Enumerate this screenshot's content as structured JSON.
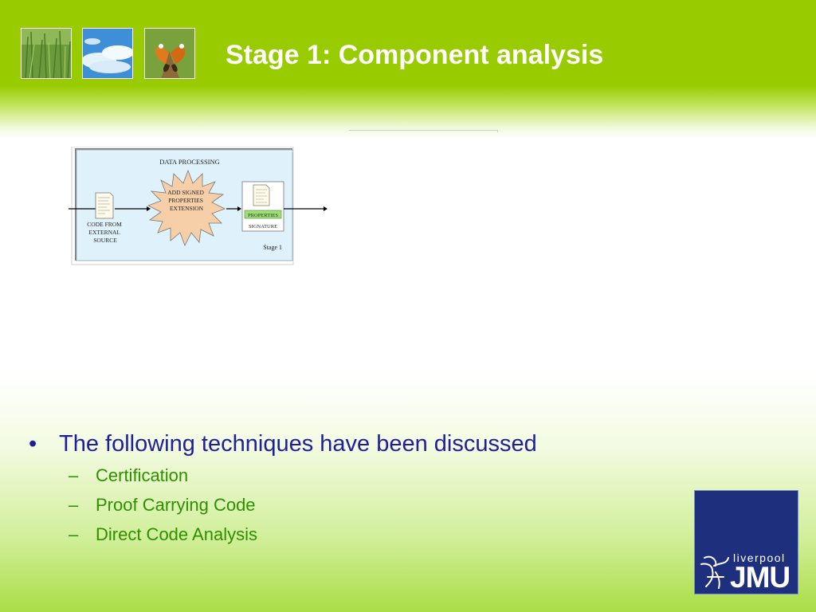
{
  "slide": {
    "title": "Stage 1: Component analysis",
    "thumbnails": [
      {
        "icon": "grass-photo-icon"
      },
      {
        "icon": "sky-photo-icon"
      },
      {
        "icon": "butterfly-photo-icon"
      }
    ]
  },
  "diagram": {
    "header": "DATA PROCESSING",
    "input_label": [
      "CODE FROM",
      "EXTERNAL",
      "SOURCE"
    ],
    "process_label": [
      "ADD SIGNED",
      "PROPERTIES",
      "EXTENSION"
    ],
    "output_tag": "PROPERTIES",
    "output_label": "SIGNATURE",
    "stage_label": "Stage 1"
  },
  "bullets": {
    "main": "The following techniques have been discussed",
    "items": [
      "Certification",
      "Proof Carrying Code",
      "Direct Code Analysis"
    ]
  },
  "logo": {
    "top_text": "liverpool",
    "main_text": "JMU",
    "icon": "liver-bird-icon"
  },
  "colors": {
    "header_green": "#99cc00",
    "bullet_main": "#1f1f99",
    "bullet_sub": "#2f8f00",
    "logo_blue": "#1e2f7d"
  }
}
